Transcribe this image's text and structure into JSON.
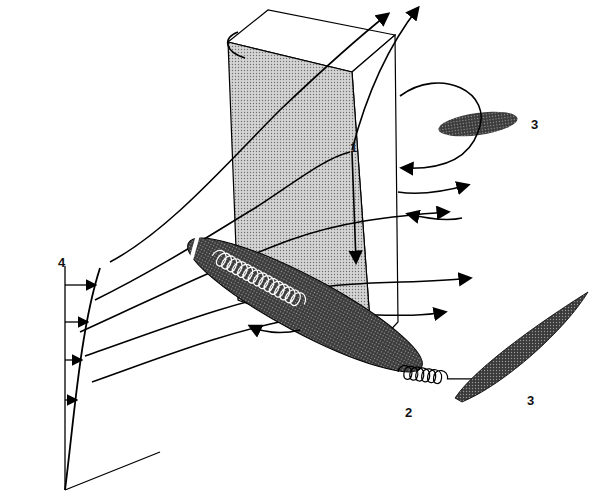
{
  "diagram": {
    "labels": [
      "3",
      "1",
      "4",
      "3",
      "2"
    ]
  }
}
